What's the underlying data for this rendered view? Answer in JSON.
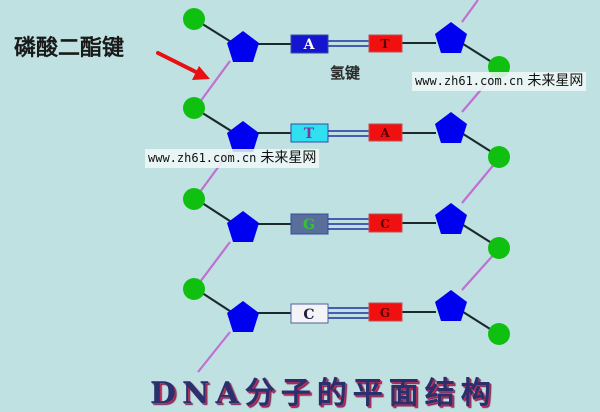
{
  "labels": {
    "phosphodiester_bond": "磷酸二酯键",
    "hydrogen_bond": "氢键",
    "title": "DNA分子的平面结构"
  },
  "watermarks": [
    {
      "url": "www.zh61.com.cn",
      "text": "未来星网"
    },
    {
      "url": "www.zh61.com.cn",
      "text": "未来星网"
    }
  ],
  "base_pairs": [
    {
      "left": "A",
      "right": "T",
      "left_color": "#1515d0",
      "left_text_color": "#ffffff",
      "right_color": "#f01010",
      "right_text_color": "#5a0000",
      "hbonds": 2
    },
    {
      "left": "T",
      "right": "A",
      "left_color": "#30e0f0",
      "left_text_color": "#7a3aa0",
      "right_color": "#f01010",
      "right_text_color": "#5a0000",
      "hbonds": 2
    },
    {
      "left": "G",
      "right": "C",
      "left_color": "#5a6e9a",
      "left_text_color": "#2ec82e",
      "right_color": "#f01010",
      "right_text_color": "#5a0000",
      "hbonds": 3
    },
    {
      "left": "C",
      "right": "G",
      "left_color": "#f4f4f8",
      "left_text_color": "#202040",
      "right_color": "#f01010",
      "right_text_color": "#5a0000",
      "hbonds": 3
    }
  ],
  "colors": {
    "background": "#bfe1e2",
    "phosphate": "#10c010",
    "deoxyribose": "#0000f0",
    "backbone_bond": "#c070d0",
    "covalent_bond": "#1a2a2a",
    "hbond": "#2030a0",
    "arrow": "#e81010"
  }
}
